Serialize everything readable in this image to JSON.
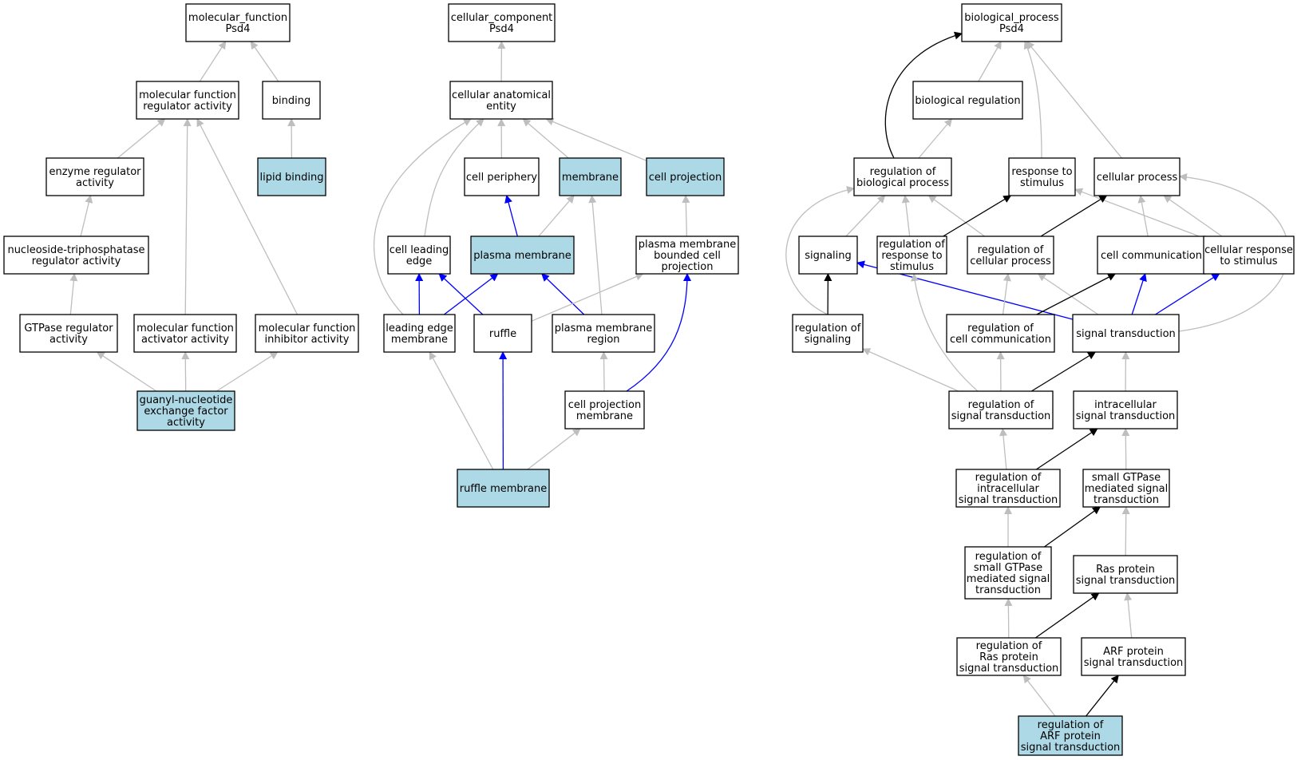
{
  "colors": {
    "highlight_fill": "#add8e6",
    "node_fill": "#ffffff",
    "is_a_edge": "#bebebe",
    "part_of_edge": "#0000ff",
    "regulates_edge": "#000000"
  },
  "nodes": {
    "mf_root": [
      "molecular_function",
      "Psd4"
    ],
    "mf_regulator": [
      "molecular function",
      "regulator activity"
    ],
    "binding": [
      "binding"
    ],
    "enzyme_regulator": [
      "enzyme regulator",
      "activity"
    ],
    "lipid_binding": [
      "lipid binding"
    ],
    "ntpase_regulator": [
      "nucleoside-triphosphatase",
      "regulator activity"
    ],
    "gtpase_regulator": [
      "GTPase regulator",
      "activity"
    ],
    "mf_activator": [
      "molecular function",
      "activator activity"
    ],
    "mf_inhibitor": [
      "molecular function",
      "inhibitor activity"
    ],
    "gnef": [
      "guanyl-nucleotide",
      "exchange factor",
      "activity"
    ],
    "cc_root": [
      "cellular_component",
      "Psd4"
    ],
    "cell_anat": [
      "cellular anatomical",
      "entity"
    ],
    "cell_periphery": [
      "cell periphery"
    ],
    "membrane": [
      "membrane"
    ],
    "cell_projection": [
      "cell projection"
    ],
    "cell_leading_edge": [
      "cell leading",
      "edge"
    ],
    "plasma_membrane": [
      "plasma membrane"
    ],
    "pm_bounded_proj": [
      "plasma membrane",
      "bounded cell",
      "projection"
    ],
    "leading_edge_membrane": [
      "leading edge",
      "membrane"
    ],
    "ruffle": [
      "ruffle"
    ],
    "pm_region": [
      "plasma membrane",
      "region"
    ],
    "cell_proj_membrane": [
      "cell projection",
      "membrane"
    ],
    "ruffle_membrane": [
      "ruffle membrane"
    ],
    "bp_root": [
      "biological_process",
      "Psd4"
    ],
    "bio_reg": [
      "biological regulation"
    ],
    "reg_bio_proc": [
      "regulation of",
      "biological process"
    ],
    "resp_stim": [
      "response to",
      "stimulus"
    ],
    "cell_proc": [
      "cellular process"
    ],
    "signaling": [
      "signaling"
    ],
    "reg_resp_stim": [
      "regulation of",
      "response to",
      "stimulus"
    ],
    "reg_cell_proc": [
      "regulation of",
      "cellular process"
    ],
    "cell_comm": [
      "cell communication"
    ],
    "cell_resp_stim": [
      "cellular response",
      "to stimulus"
    ],
    "reg_signaling": [
      "regulation of",
      "signaling"
    ],
    "reg_cell_comm": [
      "regulation of",
      "cell communication"
    ],
    "signal_trans": [
      "signal transduction"
    ],
    "reg_sig_trans": [
      "regulation of",
      "signal transduction"
    ],
    "intra_sig_trans": [
      "intracellular",
      "signal transduction"
    ],
    "reg_intra_sig": [
      "regulation of",
      "intracellular",
      "signal transduction"
    ],
    "small_gtpase": [
      "small GTPase",
      "mediated signal",
      "transduction"
    ],
    "reg_small_gtpase": [
      "regulation of",
      "small GTPase",
      "mediated signal",
      "transduction"
    ],
    "ras_sig": [
      "Ras protein",
      "signal transduction"
    ],
    "reg_ras": [
      "regulation of",
      "Ras protein",
      "signal transduction"
    ],
    "arf_sig": [
      "ARF protein",
      "signal transduction"
    ],
    "reg_arf": [
      "regulation of",
      "ARF protein",
      "signal transduction"
    ]
  },
  "highlighted": [
    "lipid_binding",
    "gnef",
    "membrane",
    "cell_projection",
    "plasma_membrane",
    "ruffle_membrane",
    "reg_arf"
  ],
  "edges": [
    {
      "from": "mf_regulator",
      "to": "mf_root",
      "type": "is_a"
    },
    {
      "from": "binding",
      "to": "mf_root",
      "type": "is_a"
    },
    {
      "from": "enzyme_regulator",
      "to": "mf_regulator",
      "type": "is_a"
    },
    {
      "from": "mf_activator",
      "to": "mf_regulator",
      "type": "is_a"
    },
    {
      "from": "mf_inhibitor",
      "to": "mf_regulator",
      "type": "is_a"
    },
    {
      "from": "lipid_binding",
      "to": "binding",
      "type": "is_a"
    },
    {
      "from": "ntpase_regulator",
      "to": "enzyme_regulator",
      "type": "is_a"
    },
    {
      "from": "gtpase_regulator",
      "to": "ntpase_regulator",
      "type": "is_a"
    },
    {
      "from": "gnef",
      "to": "gtpase_regulator",
      "type": "is_a"
    },
    {
      "from": "gnef",
      "to": "mf_activator",
      "type": "is_a"
    },
    {
      "from": "gnef",
      "to": "mf_inhibitor",
      "type": "is_a"
    },
    {
      "from": "cell_anat",
      "to": "cc_root",
      "type": "is_a"
    },
    {
      "from": "cell_periphery",
      "to": "cell_anat",
      "type": "is_a"
    },
    {
      "from": "membrane",
      "to": "cell_anat",
      "type": "is_a"
    },
    {
      "from": "cell_projection",
      "to": "cell_anat",
      "type": "is_a"
    },
    {
      "from": "cell_leading_edge",
      "to": "cell_anat",
      "type": "is_a"
    },
    {
      "from": "leading_edge_membrane",
      "to": "cell_anat",
      "type": "is_a"
    },
    {
      "from": "plasma_membrane",
      "to": "cell_periphery",
      "type": "part_of"
    },
    {
      "from": "plasma_membrane",
      "to": "membrane",
      "type": "is_a"
    },
    {
      "from": "pm_region",
      "to": "membrane",
      "type": "is_a"
    },
    {
      "from": "pm_bounded_proj",
      "to": "cell_projection",
      "type": "is_a"
    },
    {
      "from": "leading_edge_membrane",
      "to": "cell_leading_edge",
      "type": "part_of"
    },
    {
      "from": "ruffle",
      "to": "cell_leading_edge",
      "type": "part_of"
    },
    {
      "from": "leading_edge_membrane",
      "to": "plasma_membrane",
      "type": "part_of"
    },
    {
      "from": "pm_region",
      "to": "plasma_membrane",
      "type": "part_of"
    },
    {
      "from": "ruffle",
      "to": "pm_bounded_proj",
      "type": "is_a"
    },
    {
      "from": "cell_proj_membrane",
      "to": "pm_bounded_proj",
      "type": "part_of"
    },
    {
      "from": "cell_proj_membrane",
      "to": "pm_region",
      "type": "is_a"
    },
    {
      "from": "ruffle_membrane",
      "to": "leading_edge_membrane",
      "type": "is_a"
    },
    {
      "from": "ruffle_membrane",
      "to": "ruffle",
      "type": "part_of"
    },
    {
      "from": "ruffle_membrane",
      "to": "cell_proj_membrane",
      "type": "is_a"
    },
    {
      "from": "bio_reg",
      "to": "bp_root",
      "type": "is_a"
    },
    {
      "from": "reg_bio_proc",
      "to": "bp_root",
      "type": "regulates"
    },
    {
      "from": "resp_stim",
      "to": "bp_root",
      "type": "is_a"
    },
    {
      "from": "cell_proc",
      "to": "bp_root",
      "type": "is_a"
    },
    {
      "from": "reg_bio_proc",
      "to": "bio_reg",
      "type": "is_a"
    },
    {
      "from": "signaling",
      "to": "reg_bio_proc",
      "type": "is_a"
    },
    {
      "from": "reg_resp_stim",
      "to": "reg_bio_proc",
      "type": "is_a"
    },
    {
      "from": "reg_cell_proc",
      "to": "reg_bio_proc",
      "type": "is_a"
    },
    {
      "from": "reg_signaling",
      "to": "reg_bio_proc",
      "type": "is_a"
    },
    {
      "from": "reg_resp_stim",
      "to": "resp_stim",
      "type": "regulates"
    },
    {
      "from": "cell_resp_stim",
      "to": "resp_stim",
      "type": "is_a"
    },
    {
      "from": "reg_cell_proc",
      "to": "cell_proc",
      "type": "regulates"
    },
    {
      "from": "cell_comm",
      "to": "cell_proc",
      "type": "is_a"
    },
    {
      "from": "cell_resp_stim",
      "to": "cell_proc",
      "type": "is_a"
    },
    {
      "from": "signal_trans",
      "to": "cell_proc",
      "type": "is_a"
    },
    {
      "from": "reg_signaling",
      "to": "signaling",
      "type": "regulates"
    },
    {
      "from": "signal_trans",
      "to": "signaling",
      "type": "part_of"
    },
    {
      "from": "reg_sig_trans",
      "to": "reg_resp_stim",
      "type": "is_a"
    },
    {
      "from": "reg_cell_comm",
      "to": "reg_cell_proc",
      "type": "is_a"
    },
    {
      "from": "signal_trans",
      "to": "reg_cell_proc",
      "type": "is_a"
    },
    {
      "from": "reg_cell_comm",
      "to": "cell_comm",
      "type": "regulates"
    },
    {
      "from": "signal_trans",
      "to": "cell_comm",
      "type": "part_of"
    },
    {
      "from": "signal_trans",
      "to": "cell_resp_stim",
      "type": "part_of"
    },
    {
      "from": "reg_sig_trans",
      "to": "reg_signaling",
      "type": "is_a"
    },
    {
      "from": "reg_sig_trans",
      "to": "reg_cell_comm",
      "type": "is_a"
    },
    {
      "from": "reg_sig_trans",
      "to": "signal_trans",
      "type": "regulates"
    },
    {
      "from": "intra_sig_trans",
      "to": "signal_trans",
      "type": "is_a"
    },
    {
      "from": "reg_intra_sig",
      "to": "reg_sig_trans",
      "type": "is_a"
    },
    {
      "from": "reg_intra_sig",
      "to": "intra_sig_trans",
      "type": "regulates"
    },
    {
      "from": "small_gtpase",
      "to": "intra_sig_trans",
      "type": "is_a"
    },
    {
      "from": "reg_small_gtpase",
      "to": "reg_intra_sig",
      "type": "is_a"
    },
    {
      "from": "reg_small_gtpase",
      "to": "small_gtpase",
      "type": "regulates"
    },
    {
      "from": "ras_sig",
      "to": "small_gtpase",
      "type": "is_a"
    },
    {
      "from": "reg_ras",
      "to": "reg_small_gtpase",
      "type": "is_a"
    },
    {
      "from": "reg_ras",
      "to": "ras_sig",
      "type": "regulates"
    },
    {
      "from": "arf_sig",
      "to": "ras_sig",
      "type": "is_a"
    },
    {
      "from": "reg_arf",
      "to": "reg_ras",
      "type": "is_a"
    },
    {
      "from": "reg_arf",
      "to": "arf_sig",
      "type": "regulates"
    }
  ]
}
